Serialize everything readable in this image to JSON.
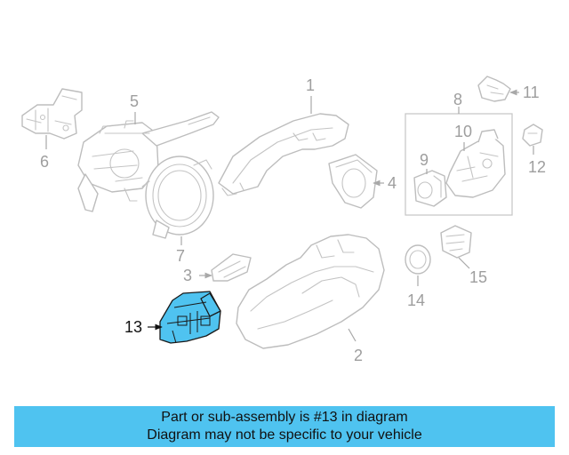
{
  "callouts": {
    "c1": "1",
    "c2": "2",
    "c3": "3",
    "c4": "4",
    "c5": "5",
    "c6": "6",
    "c7": "7",
    "c8": "8",
    "c9": "9",
    "c10": "10",
    "c11": "11",
    "c12": "12",
    "c13": "13",
    "c14": "14",
    "c15": "15"
  },
  "highlighted_part": "13",
  "colors": {
    "highlight": "#4fc3f0",
    "outline": "#bdbdbd",
    "callout_text": "#9e9e9e"
  },
  "banner": {
    "line1": "Part or sub-assembly is #13 in diagram",
    "line2": "Diagram may not be specific to your vehicle"
  }
}
